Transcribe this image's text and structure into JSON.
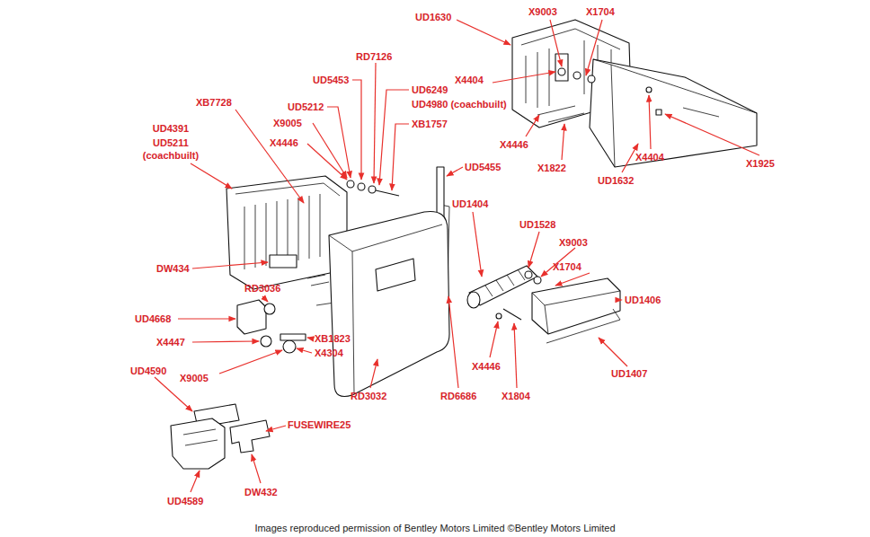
{
  "diagram": {
    "caption": "Images reproduced permission of Bentley Motors Limited ©Bentley Motors Limited",
    "labels": [
      "UD1630",
      "X9003",
      "X1704",
      "X4404",
      "X4446",
      "X1822",
      "X1925",
      "X4404",
      "UD1632",
      "RD7126",
      "UD5453",
      "UD6249",
      "UD4980 (coachbuilt)",
      "UD5212",
      "XB7728",
      "X9005",
      "XB1757",
      "UD4391",
      "UD5211 (coachbuilt)",
      "X4446",
      "UD5455",
      "DW434",
      "RD3036",
      "UD4668",
      "X4447",
      "XB1823",
      "X4304",
      "X9005",
      "RD3032",
      "RD6686",
      "UD1404",
      "UD1528",
      "X9003",
      "X1704",
      "UD1406",
      "X4446",
      "UD1407",
      "X1804",
      "UD4590",
      "FUSEWIRE25",
      "UD4589",
      "DW432"
    ]
  }
}
